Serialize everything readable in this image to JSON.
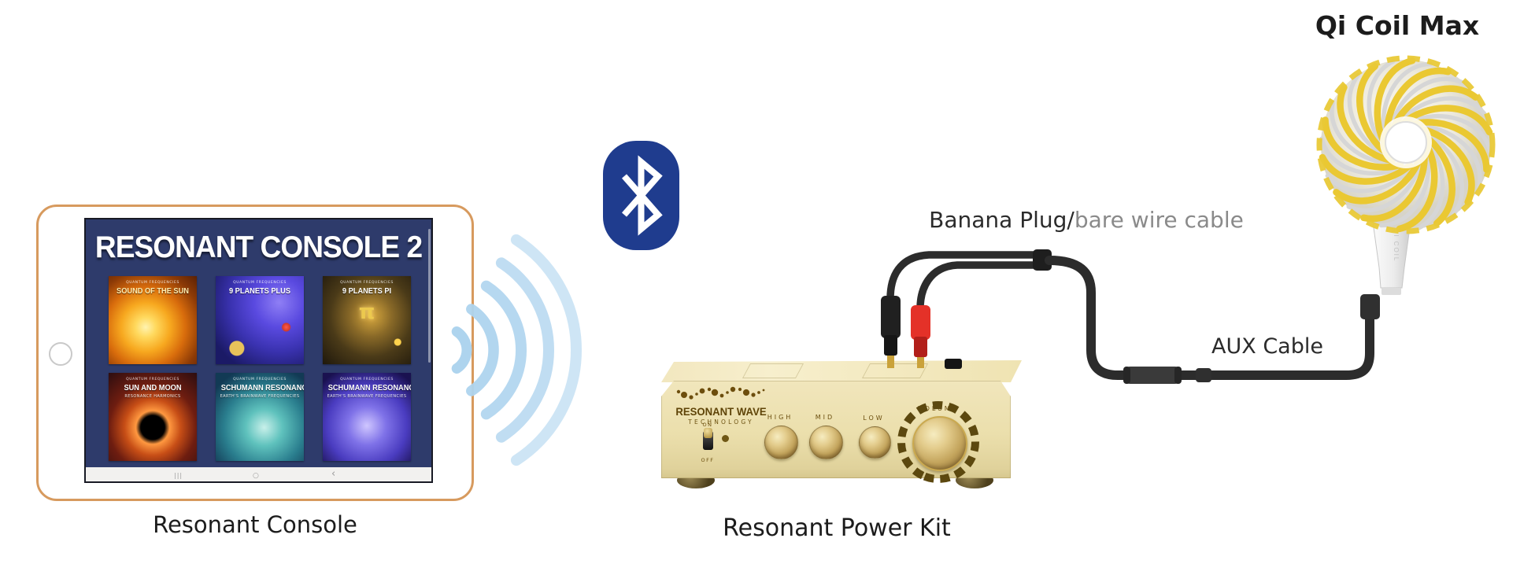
{
  "labels": {
    "console_caption": "Resonant Console",
    "power_kit_caption": "Resonant Power Kit",
    "qi_coil_title": "Qi Coil Max",
    "banana_plug": "Banana Plug/",
    "bare_wire": "bare wire cable",
    "aux_cable": "AUX Cable"
  },
  "tablet": {
    "app_title": "RESONANT CONSOLE 2",
    "tiles": [
      {
        "label": "QUANTUM FREQUENCIES",
        "title": "SOUND OF THE SUN",
        "subtitle": ""
      },
      {
        "label": "QUANTUM FREQUENCIES",
        "title": "9 PLANETS PLUS",
        "subtitle": ""
      },
      {
        "label": "QUANTUM FREQUENCIES",
        "title": "9 PLANETS PI",
        "pi_symbol": "π"
      },
      {
        "label": "QUANTUM FREQUENCIES",
        "title": "SUN AND MOON",
        "subtitle": "RESONANCE HARMONICS"
      },
      {
        "label": "QUANTUM FREQUENCIES",
        "title": "SCHUMANN RESONANCE",
        "subtitle": "EARTH'S BRAINWAVE FREQUENCIES"
      },
      {
        "label": "QUANTUM FREQUENCIES",
        "title": "SCHUMANN RESONANCE",
        "subtitle": "EARTH'S BRAINWAVE FREQUENCIES"
      }
    ],
    "nav": {
      "recents": "|||",
      "home": "○",
      "back": "‹"
    }
  },
  "amp": {
    "brand_line1": "RESONANT WAVE",
    "brand_line2": "TECHNOLOGY",
    "switch_on": "ON",
    "switch_off": "OFF",
    "knob_high": "HIGH",
    "knob_mid": "MID",
    "knob_low": "LOW",
    "volume_label": "VOLUME"
  },
  "coil": {
    "handle_text": "QI COIL"
  },
  "icons": {
    "bluetooth": "bluetooth-icon",
    "signal_waves": "signal-waves-icon",
    "recents": "recents-icon",
    "home": "home-icon",
    "back": "back-icon"
  },
  "colors": {
    "bluetooth_blue": "#1f3c8e",
    "wave_blue": "#aed4ee",
    "screen_navy": "#2e3b6b",
    "tablet_border": "#d79a5e",
    "amp_gold": "#ebdfac",
    "amp_text_brown": "#6b4e0e",
    "coil_yellow": "#eac832",
    "cable_black": "#2c2c2c",
    "plug_red": "#e43128",
    "label_gray": "#8a8a8a"
  }
}
